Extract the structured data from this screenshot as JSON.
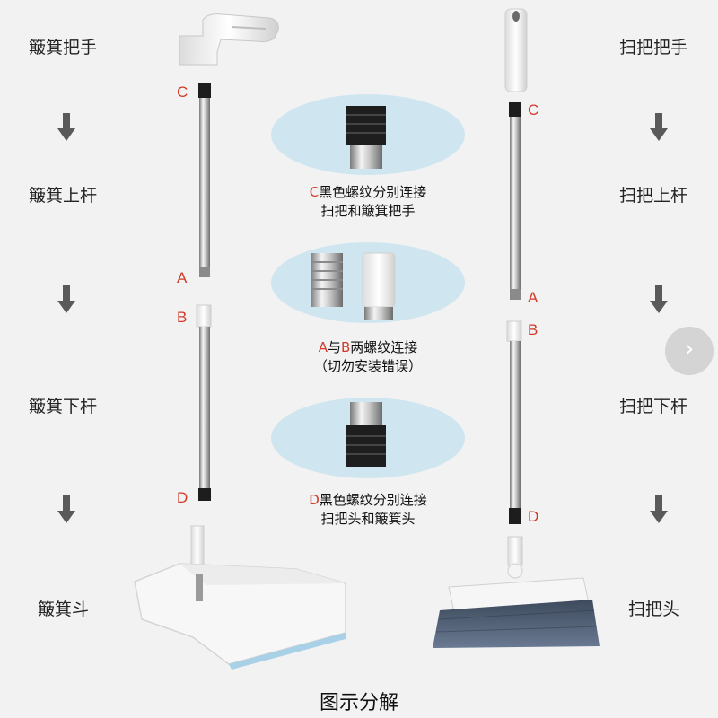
{
  "left_labels": {
    "handle": "簸箕把手",
    "upper_rod": "簸箕上杆",
    "lower_rod": "簸箕下杆",
    "head": "簸箕斗"
  },
  "right_labels": {
    "handle": "扫把把手",
    "upper_rod": "扫把上杆",
    "lower_rod": "扫把下杆",
    "head": "扫把头"
  },
  "joint_letters": {
    "c": "C",
    "a": "A",
    "b": "B",
    "d": "D"
  },
  "notes": {
    "c": {
      "letter": "C",
      "line1": "黑色螺纹分别连接",
      "line2": "扫把和簸箕把手"
    },
    "ab": {
      "letter_a": "A",
      "connector": "与",
      "letter_b": "B",
      "line1_rest": "两螺纹连接",
      "line2": "（切勿安装错误）"
    },
    "d": {
      "letter": "D",
      "line1": "黑色螺纹分别连接",
      "line2": "扫把头和簸箕头"
    }
  },
  "caption": "图示分解",
  "nav": {
    "next_icon": "chevron-right-icon",
    "glyph": "›"
  },
  "colors": {
    "letters": "#d23a2a",
    "arrows": "#5a5a5a",
    "bubble": "#cfe6f0",
    "bristles": "#4a5a70"
  }
}
